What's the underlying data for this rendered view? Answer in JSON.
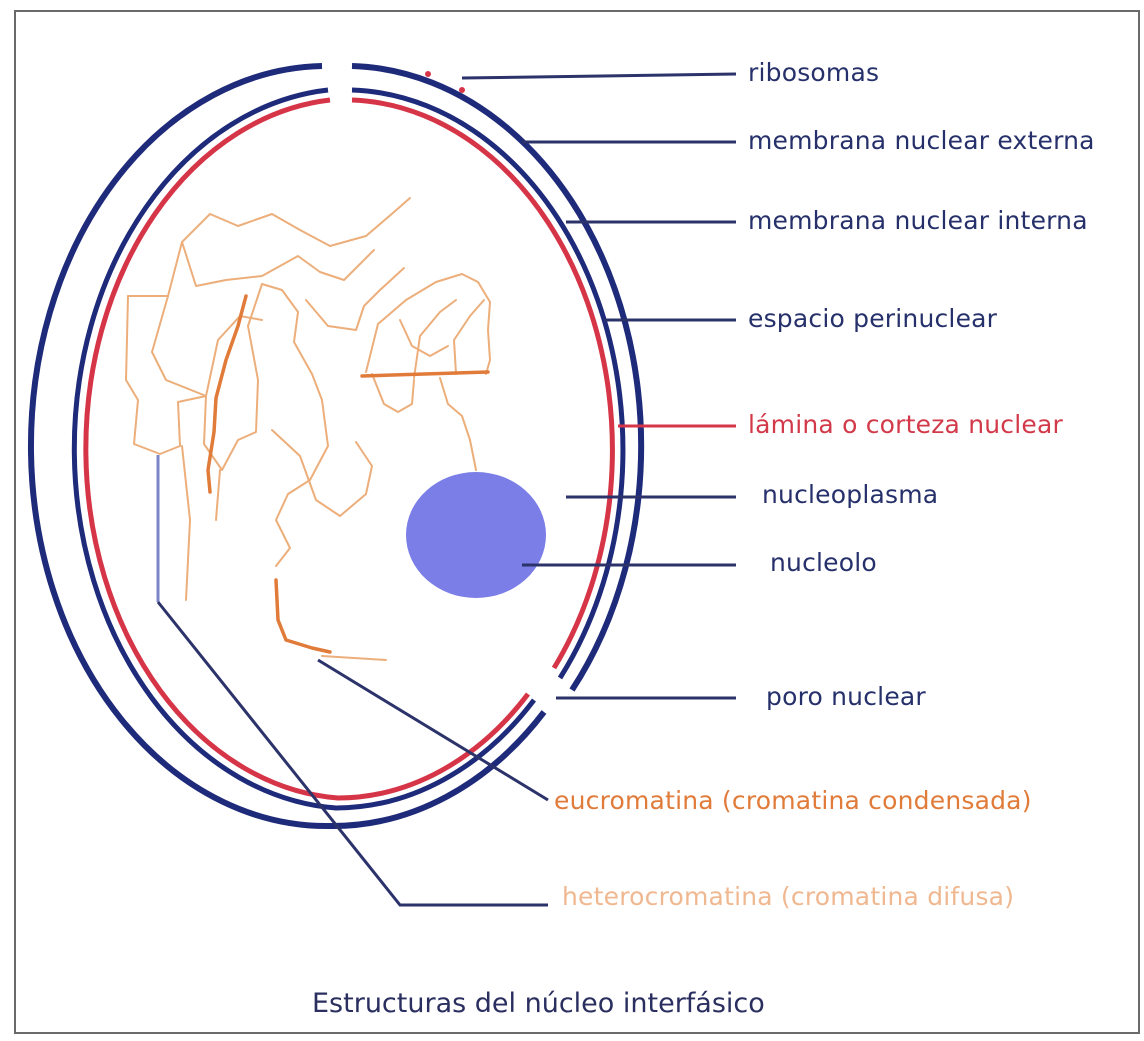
{
  "colors": {
    "outer_membrane": "#1e2a7a",
    "inner_membrane": "#1e2a7a",
    "lamina": "#d63548",
    "nucleolus": "#7b7ee6",
    "chromatin": "#e9a870",
    "chromatin_dark": "#e07b3a",
    "leader": "#2c336a"
  },
  "labels": {
    "ribosomas": "ribosomas",
    "membrana_externa": "membrana nuclear externa",
    "membrana_interna": "membrana nuclear interna",
    "espacio_perinuclear": "espacio perinuclear",
    "lamina": "lámina o corteza nuclear",
    "nucleoplasma": "nucleoplasma",
    "nucleolo": "nucleolo",
    "poro_nuclear": "poro nuclear",
    "eucromatina": "eucromatina (cromatina condensada)",
    "heterocromatina": "heterocromatina (cromatina difusa)"
  },
  "caption": "Estructuras del núcleo interfásico"
}
